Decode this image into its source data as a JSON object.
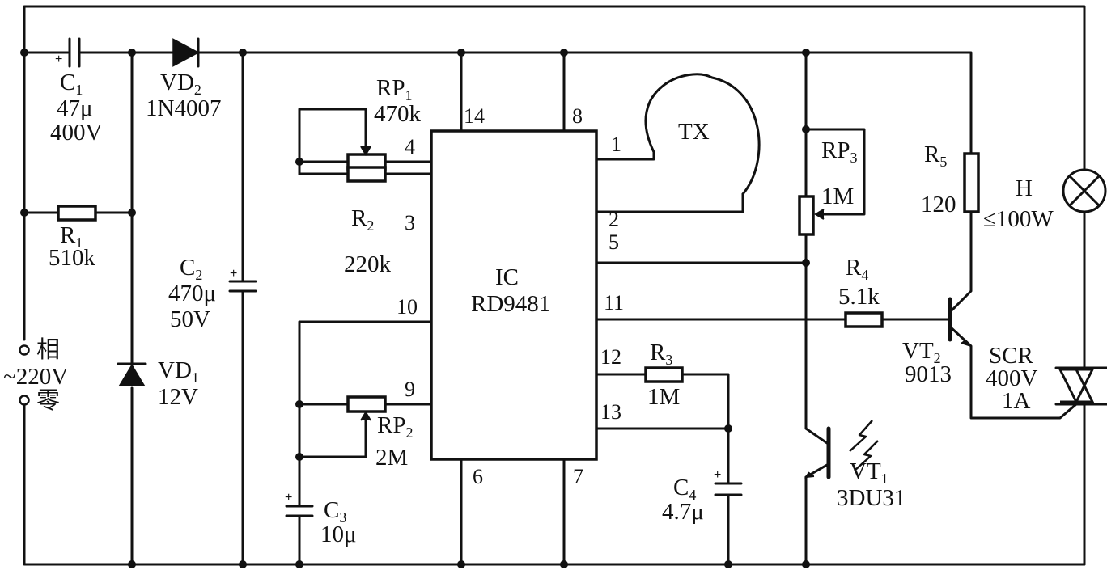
{
  "terminals": {
    "phase": "相",
    "voltage": "~220V",
    "neutral": "零"
  },
  "components": {
    "C1": {
      "ref": "C",
      "sub": "1",
      "value": "47μ",
      "rating": "400V"
    },
    "R1": {
      "ref": "R",
      "sub": "1",
      "value": "510k"
    },
    "VD2": {
      "ref": "VD",
      "sub": "2",
      "value": "1N4007"
    },
    "VD1": {
      "ref": "VD",
      "sub": "1",
      "value": "12V"
    },
    "C2": {
      "ref": "C",
      "sub": "2",
      "value": "470μ",
      "rating": "50V"
    },
    "RP1": {
      "ref": "RP",
      "sub": "1",
      "value": "470k"
    },
    "R2": {
      "ref": "R",
      "sub": "2",
      "value": "220k"
    },
    "RP2": {
      "ref": "RP",
      "sub": "2",
      "value": "2M"
    },
    "C3": {
      "ref": "C",
      "sub": "3",
      "value": "10μ"
    },
    "IC": {
      "ref": "IC",
      "value": "RD9481"
    },
    "TX": {
      "ref": "TX"
    },
    "R3": {
      "ref": "R",
      "sub": "3",
      "value": "1M"
    },
    "C4": {
      "ref": "C",
      "sub": "4",
      "value": "4.7μ"
    },
    "RP3": {
      "ref": "RP",
      "sub": "3",
      "value": "1M"
    },
    "R4": {
      "ref": "R",
      "sub": "4",
      "value": "5.1k"
    },
    "R5": {
      "ref": "R",
      "sub": "5",
      "value": "120"
    },
    "VT1": {
      "ref": "VT",
      "sub": "1",
      "value": "3DU31"
    },
    "VT2": {
      "ref": "VT",
      "sub": "2",
      "value": "9013"
    },
    "H": {
      "ref": "H",
      "value": "≤100W"
    },
    "SCR": {
      "ref": "SCR",
      "value": "400V",
      "rating": "1A"
    }
  },
  "ic_pins": {
    "p14": "14",
    "p8": "8",
    "p4": "4",
    "p3": "3",
    "p10": "10",
    "p9": "9",
    "p6": "6",
    "p7": "7",
    "p1": "1",
    "p2": "2",
    "p5": "5",
    "p11": "11",
    "p12": "12",
    "p13": "13"
  },
  "polarity_mark": "+"
}
